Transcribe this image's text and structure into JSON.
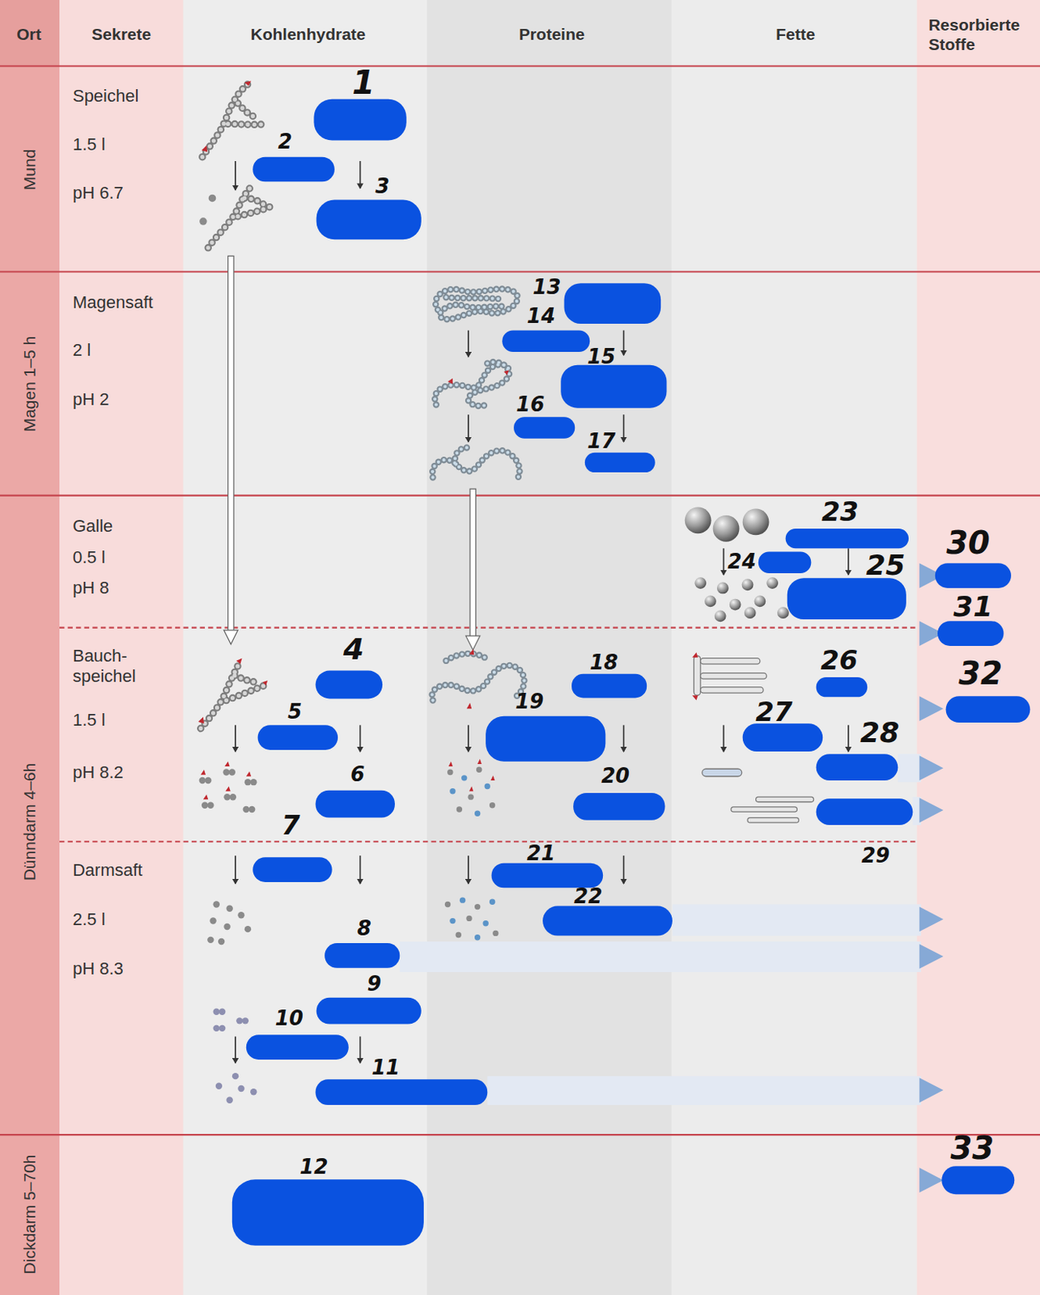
{
  "diagram": {
    "labels": [
      "Ort",
      "Sekrete",
      "Kohlenhydrate",
      "Proteine",
      "Fette",
      "Resorbierte Stoffe",
      "Mund",
      "Speichel",
      "1.5 l",
      "pH 6.7",
      "1",
      "2",
      "3",
      "Magen 1–5 h",
      "Magensaft",
      "2 l",
      "pH 2",
      "13",
      "14",
      "15",
      "16",
      "17",
      "Dünndarm 4–6h",
      "Galle",
      "0.5 l",
      "pH 8",
      "23",
      "24",
      "25",
      "30",
      "31",
      "Bauch- speichel",
      "1.5 l",
      "pH 8.2",
      "4",
      "5",
      "6",
      "18",
      "19",
      "20",
      "26",
      "27",
      "28",
      "29",
      "32",
      "Darmsaft",
      "2.5 l",
      "pH 8.3",
      "7",
      "8",
      "9",
      "10",
      "11",
      "21",
      "22",
      "Dickdarm 5–70h",
      "12",
      "33"
    ]
  }
}
